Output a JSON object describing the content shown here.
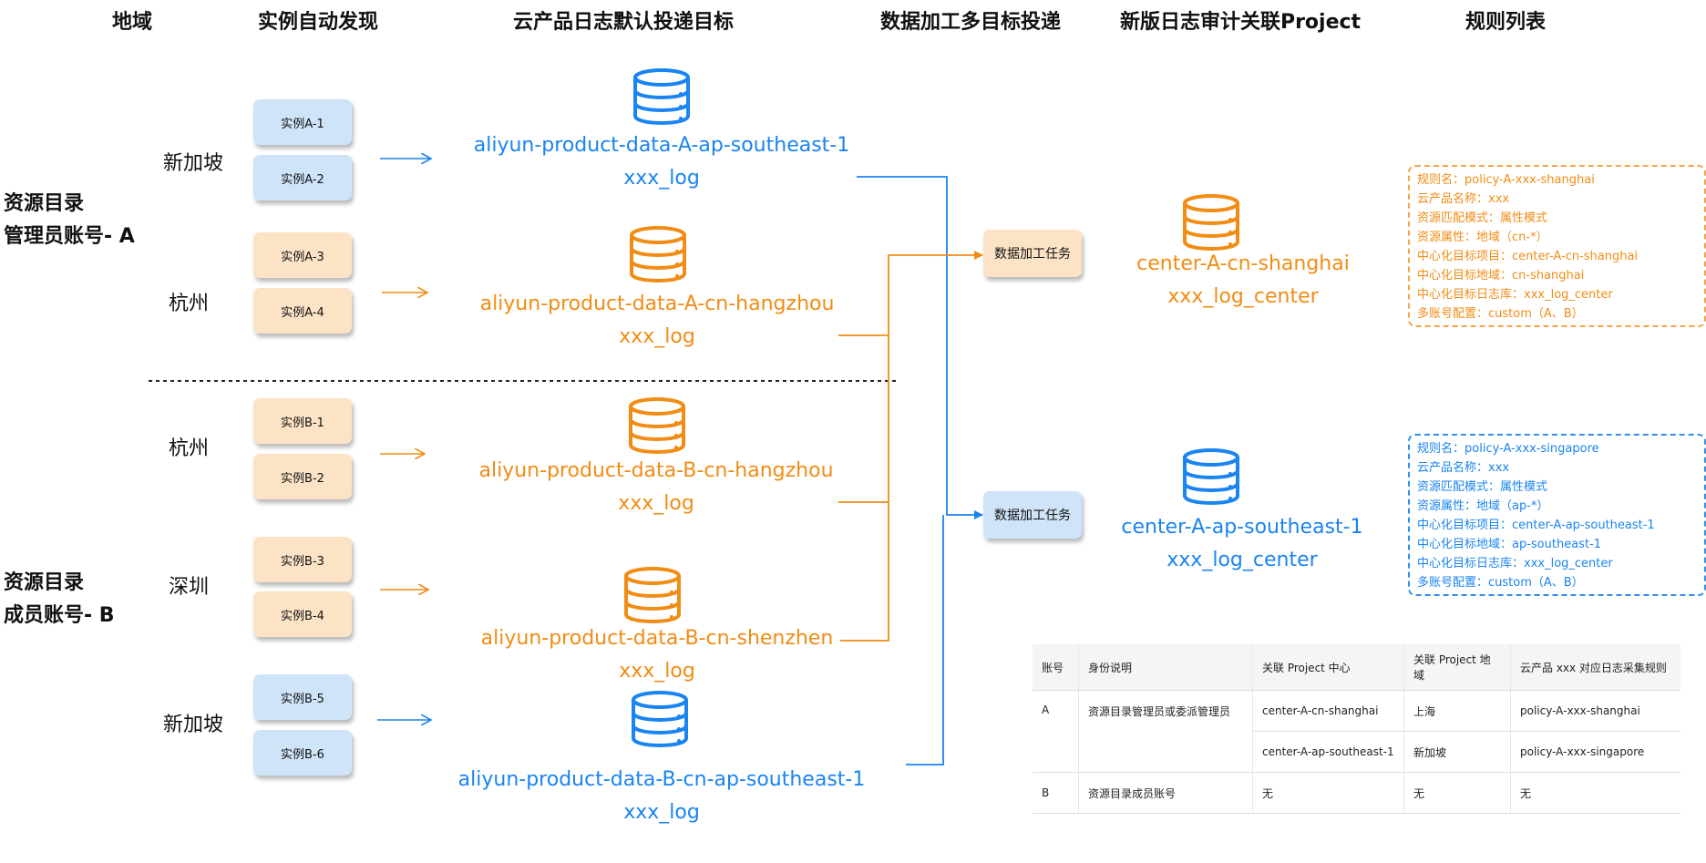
{
  "headers": {
    "region": "地域",
    "discovery": "实例自动发现",
    "default_target": "云产品日志默认投递目标",
    "multi_delivery": "数据加工多目标投递",
    "new_project": "新版日志审计关联Project",
    "rule_list": "规则列表"
  },
  "accounts": {
    "a_line1": "资源目录",
    "a_line2": "管理员账号- A",
    "b_line1": "资源目录",
    "b_line2": "成员账号- B"
  },
  "regions": {
    "singapore_a": "新加坡",
    "hangzhou_a": "杭州",
    "hangzhou_b": "杭州",
    "shenzhen_b": "深圳",
    "singapore_b": "新加坡"
  },
  "instances": {
    "a1": "实例A-1",
    "a2": "实例A-2",
    "a3": "实例A-3",
    "a4": "实例A-4",
    "b1": "实例B-1",
    "b2": "实例B-2",
    "b3": "实例B-3",
    "b4": "实例B-4",
    "b5": "实例B-5",
    "b6": "实例B-6"
  },
  "targets": {
    "t1_name": "aliyun-product-data-A-ap-southeast-1",
    "t1_log": "xxx_log",
    "t2_name": "aliyun-product-data-A-cn-hangzhou",
    "t2_log": "xxx_log",
    "t3_name": "aliyun-product-data-B-cn-hangzhou",
    "t3_log": "xxx_log",
    "t4_name": "aliyun-product-data-B-cn-shenzhen",
    "t4_log": "xxx_log",
    "t5_name": "aliyun-product-data-B-cn-ap-southeast-1",
    "t5_log": "xxx_log"
  },
  "tasks": {
    "task1": "数据加工任务",
    "task2": "数据加工任务"
  },
  "centers": {
    "c1_name": "center-A-cn-shanghai",
    "c1_log": "xxx_log_center",
    "c2_name": "center-A-ap-southeast-1",
    "c2_log": "xxx_log_center"
  },
  "rules": {
    "r1": [
      "规则名：policy-A-xxx-shanghai",
      "云产品名称：xxx",
      "资源匹配模式：属性模式",
      "资源属性：地域（cn-*）",
      "中心化目标项目：center-A-cn-shanghai",
      "中心化目标地域：cn-shanghai",
      "中心化目标日志库：xxx_log_center",
      "多账号配置：custom（A、B）"
    ],
    "r2": [
      "规则名：policy-A-xxx-singapore",
      "云产品名称：xxx",
      "资源匹配模式：属性模式",
      "资源属性：地域（ap-*）",
      "中心化目标项目：center-A-ap-southeast-1",
      "中心化目标地域：ap-southeast-1",
      "中心化目标日志库：xxx_log_center",
      "多账号配置：custom（A、B）"
    ]
  },
  "table": {
    "headers": [
      "账号",
      "身份说明",
      "关联 Project 中心",
      "关联 Project 地域",
      "云产品 xxx 对应日志采集规则"
    ],
    "rows": [
      [
        "A",
        "资源目录管理员或委派管理员",
        "center-A-cn-shanghai",
        "上海",
        "policy-A-xxx-shanghai"
      ],
      [
        "",
        "",
        "center-A-ap-southeast-1",
        "新加坡",
        "policy-A-xxx-singapore"
      ],
      [
        "B",
        "资源目录成员账号",
        "无",
        "无",
        "无"
      ]
    ]
  },
  "colors": {
    "blue": "#1a84f0",
    "orange": "#f18c14",
    "blue_box": "#cfe4f9",
    "orange_box": "#fde3c6"
  }
}
